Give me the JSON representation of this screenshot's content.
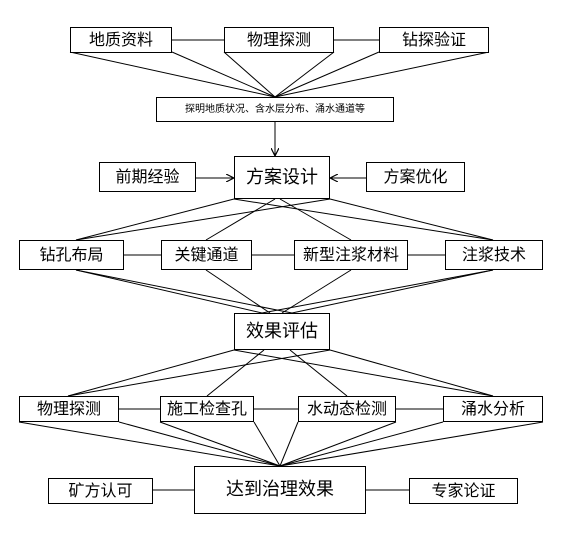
{
  "row1": {
    "geology_data": "地质资料",
    "physical_survey": "物理探测",
    "drilling_verification": "钻探验证"
  },
  "findings": "探明地质状况、含水层分布、涌水通道等",
  "row3": {
    "prior_experience": "前期经验",
    "scheme_design": "方案设计",
    "scheme_optimization": "方案优化"
  },
  "row4": {
    "borehole_layout": "钻孔布局",
    "key_channel": "关键通道",
    "new_grouting_material": "新型注浆材料",
    "grouting_technology": "注浆技术"
  },
  "evaluation": "效果评估",
  "row6": {
    "physical_survey": "物理探测",
    "construction_inspection_hole": "施工检查孔",
    "water_dynamics_detection": "水动态检测",
    "water_inflow_analysis": "涌水分析"
  },
  "row7": {
    "mine_approval": "矿方认可",
    "treatment_effect_achieved": "达到治理效果",
    "expert_validation": "专家论证"
  }
}
